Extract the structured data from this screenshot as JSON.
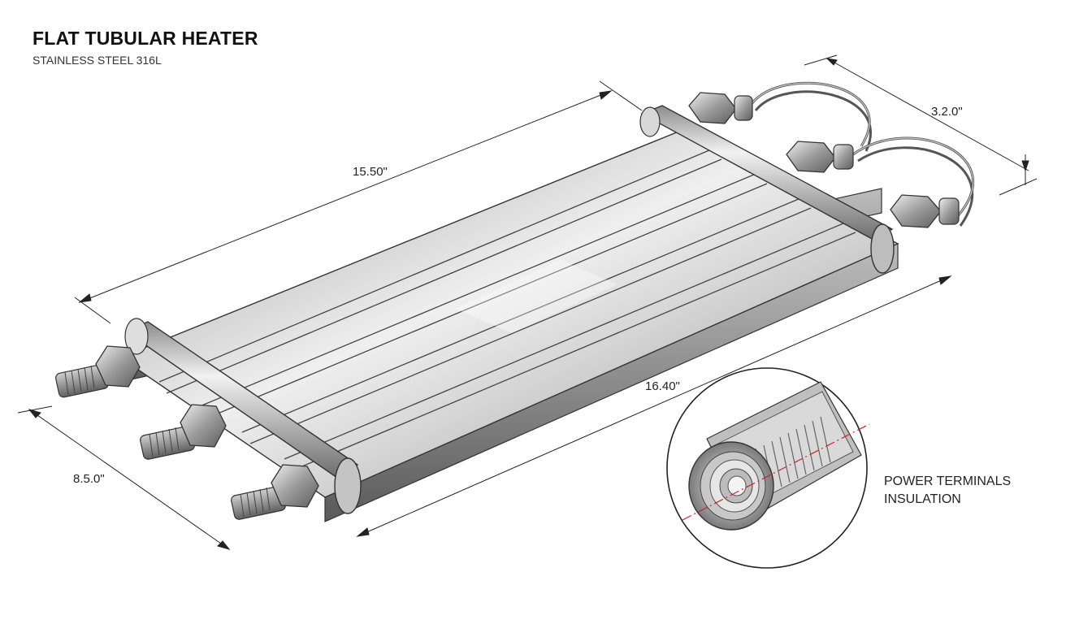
{
  "header": {
    "title": "FLAT TUBULAR HEATER",
    "subtitle": "STAINLESS STEEL 316L"
  },
  "dimensions": {
    "length_top": "15.50\"",
    "length_bottom": "16.40\"",
    "width_left": "8.5.0\"",
    "depth_right": "3.2.0\""
  },
  "callout": {
    "line1": "POWER TERMINALS",
    "line2": "INSULATION"
  },
  "colors": {
    "steel_light": "#e8e8e8",
    "steel_mid": "#a9a9a9",
    "steel_dark": "#5f5f5f",
    "line": "#222222",
    "section_cut": "#cc2222"
  },
  "icons": [
    "threaded-terminal-icon",
    "hex-nut-icon",
    "wire-loop-icon",
    "cross-section-icon"
  ]
}
